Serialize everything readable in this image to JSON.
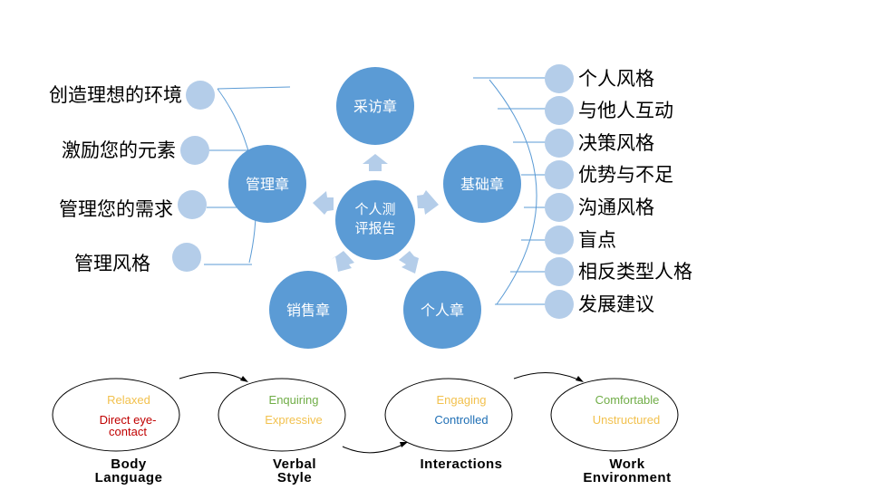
{
  "center": {
    "line1": "个人测",
    "line2": "评报告"
  },
  "hubs": {
    "interview": "采访章",
    "management": "管理章",
    "foundation": "基础章",
    "sales": "销售章",
    "personal": "个人章"
  },
  "left_items": [
    "创造理想的环境",
    "激励您的元素",
    "管理您的需求",
    "管理风格"
  ],
  "right_items": [
    "个人风格",
    "与他人互动",
    "决策风格",
    "优势与不足",
    "沟通风格",
    "盲点",
    "相反类型人格",
    "发展建议"
  ],
  "styles": [
    {
      "top": "Relaxed",
      "top_color": "#f2c14e",
      "bottom": "Direct eye-",
      "bottom2": "contact",
      "bottom_color": "#c00000",
      "label1": "Body",
      "label2": "Language"
    },
    {
      "top": "Enquiring",
      "top_color": "#70ad47",
      "bottom": "Expressive",
      "bottom2": "",
      "bottom_color": "#f2c14e",
      "label1": "Verbal",
      "label2": "Style"
    },
    {
      "top": "Engaging",
      "top_color": "#f2c14e",
      "bottom": "Controlled",
      "bottom2": "",
      "bottom_color": "#1f6fb5",
      "label1": "Interactions",
      "label2": ""
    },
    {
      "top": "Comfortable",
      "top_color": "#70ad47",
      "bottom": "Unstructured",
      "bottom2": "",
      "bottom_color": "#f2c14e",
      "label1": "Work",
      "label2": "Environment"
    }
  ]
}
